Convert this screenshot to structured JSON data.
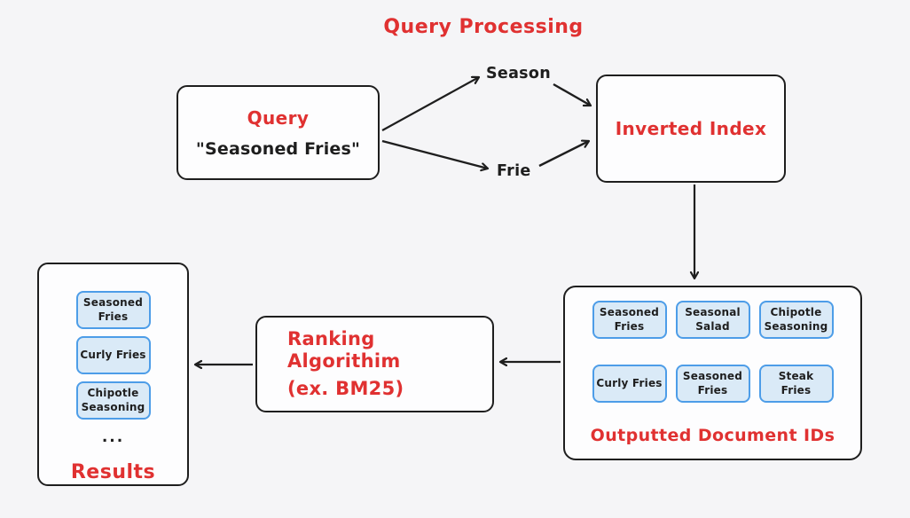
{
  "title": "Query Processing",
  "query_box": {
    "label": "Query",
    "value": "\"Seasoned Fries\""
  },
  "tokens": {
    "season": "Season",
    "frie": "Frie"
  },
  "inverted_index": {
    "label": "Inverted Index"
  },
  "outputted": {
    "label": "Outputted Document IDs",
    "documents": [
      "Seasoned Fries",
      "Seasonal Salad",
      "Chipotle Seasoning",
      "Curly Fries",
      "Seasoned Fries",
      "Steak Fries"
    ]
  },
  "ranking": {
    "line1": "Ranking Algorithim",
    "line2": "(ex. BM25)"
  },
  "results": {
    "label": "Results",
    "items": [
      "Seasoned Fries",
      "Curly Fries",
      "Chipotle Seasoning"
    ],
    "ellipsis": "..."
  },
  "colors": {
    "background": "#f5f5f7",
    "stroke": "#1e1e1e",
    "accent_red": "#e03131",
    "chip_border": "#4d9de8",
    "chip_fill": "#daeaf7"
  }
}
